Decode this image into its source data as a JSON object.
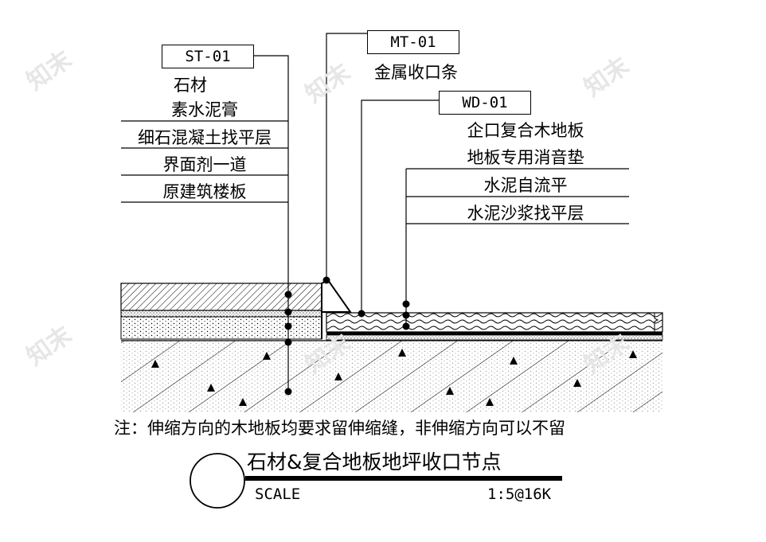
{
  "watermark": "知末",
  "stone_side": {
    "tag": "ST-01",
    "layers": [
      "石材",
      "素水泥膏",
      "细石混凝土找平层",
      "界面剂一道",
      "原建筑楼板"
    ]
  },
  "metal_trim": {
    "tag": "MT-01",
    "label": "金属收口条"
  },
  "wood_side": {
    "tag": "WD-01",
    "layers": [
      "企口复合木地板",
      "地板专用消音垫",
      "水泥自流平",
      "水泥沙浆找平层"
    ]
  },
  "note": "注：伸缩方向的木地板均要求留伸缩缝，非伸缩方向可以不留",
  "title_block": {
    "title": "石材&复合地板地坪收口节点",
    "scale_label": "SCALE",
    "scale_value": "1:5@16K"
  }
}
